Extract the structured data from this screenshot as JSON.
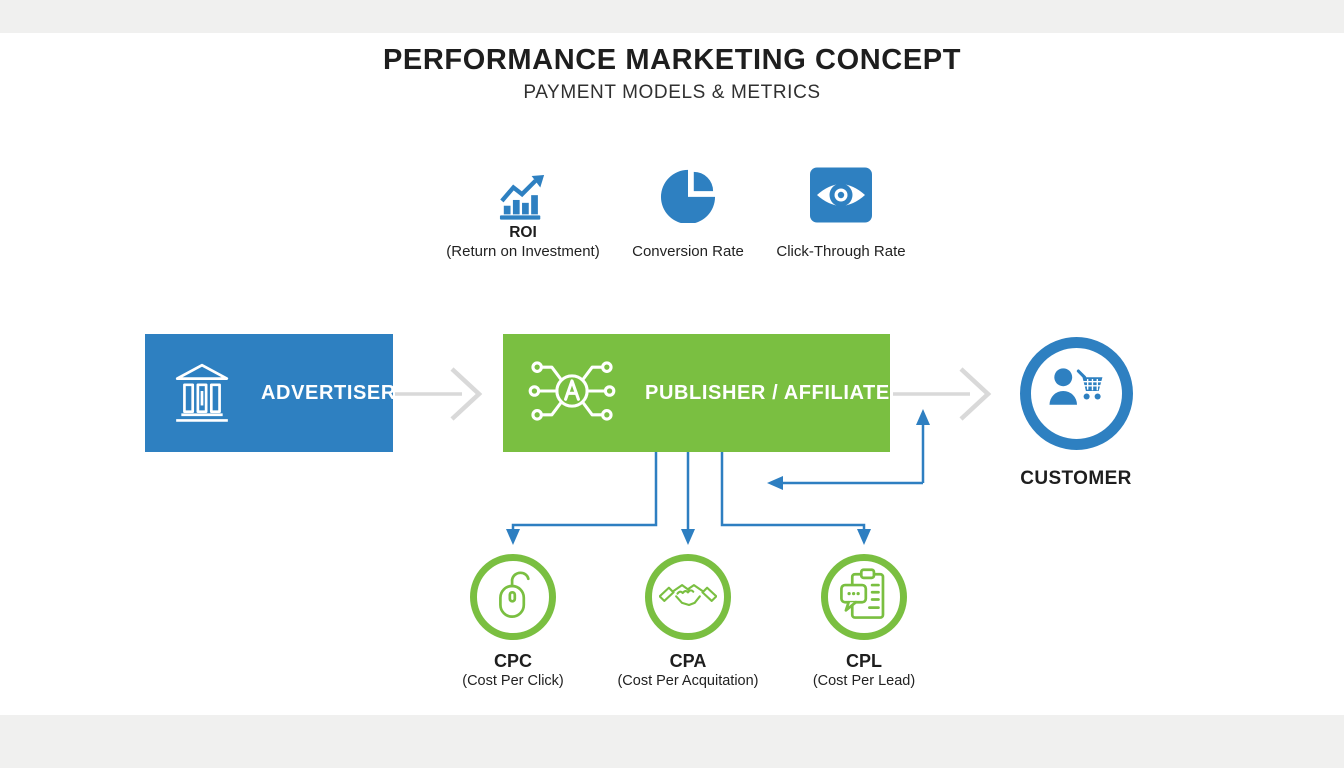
{
  "title": "PERFORMANCE MARKETING CONCEPT",
  "subtitle": "PAYMENT MODELS & METRICS",
  "metrics": [
    {
      "icon": "roi-chart-icon",
      "title": "ROI",
      "caption": "(Return on Investment)"
    },
    {
      "icon": "pie-chart-icon",
      "title": "",
      "caption": "Conversion Rate"
    },
    {
      "icon": "eye-icon",
      "title": "",
      "caption": "Click-Through Rate"
    }
  ],
  "entities": {
    "advertiser": {
      "label": "ADVERTISER",
      "icon": "bank-icon"
    },
    "publisher": {
      "label": "PUBLISHER / AFFILIATE",
      "icon": "affiliate-network-icon"
    },
    "customer": {
      "label": "CUSTOMER",
      "icon": "person-cart-icon"
    }
  },
  "payment_models": [
    {
      "label": "CPC",
      "caption": "(Cost Per Click)",
      "icon": "mouse-click-icon"
    },
    {
      "label": "CPA",
      "caption": "(Cost Per Acquitation)",
      "icon": "handshake-icon"
    },
    {
      "label": "CPL",
      "caption": "(Cost Per Lead)",
      "icon": "clipboard-chat-icon"
    }
  ],
  "colors": {
    "blue": "#2e80c1",
    "green": "#7abf41",
    "connector_blue": "#2e7fc1",
    "arrow_gray": "#d9d9d9",
    "band_gray": "#f0f0ef",
    "text_dark": "#1e1e1e"
  }
}
